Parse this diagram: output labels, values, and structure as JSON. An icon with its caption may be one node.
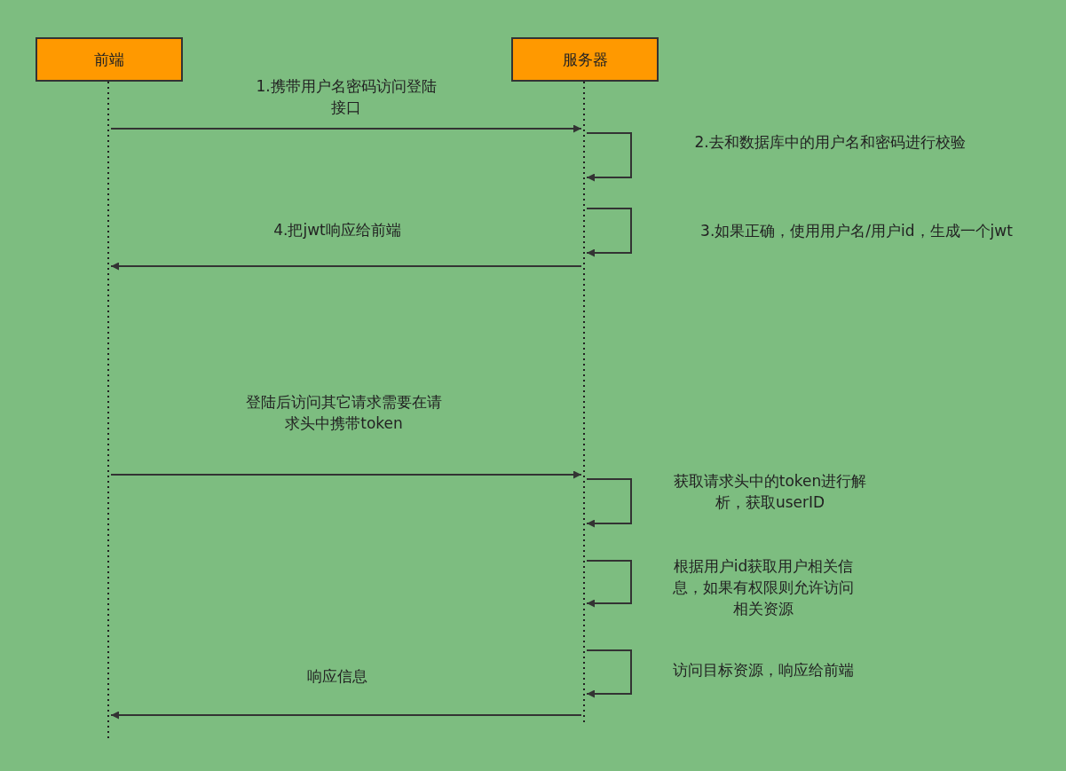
{
  "diagram": {
    "nodes": [
      {
        "text": [
          "前端"
        ]
      },
      {
        "text": [
          "服务器"
        ]
      },
      {
        "text": [],
        "shape": "bar"
      },
      {
        "text": [],
        "shape": "bar"
      }
    ],
    "edges": [
      {
        "from": 2,
        "to": 3,
        "arrow": "to",
        "label": "1.携带用户名密码访问登陆接口"
      },
      {
        "from": 3,
        "to": 3,
        "arrow": "to",
        "label": "2.去和数据库中的用户名和密码进行校验"
      },
      {
        "from": 3,
        "to": 3,
        "arrow": "to",
        "label": "3.如果正确，使用用户名/用户id，生成一个jwt"
      },
      {
        "from": 3,
        "to": 2,
        "arrow": "to",
        "label": "4.把jwt响应给前端"
      },
      {
        "from": 2,
        "to": 3,
        "arrow": "to",
        "label": "登陆后访问其它请求需要在请求头中携带token"
      },
      {
        "from": 3,
        "to": 3,
        "arrow": "to",
        "label": "获取请求头中的token进行解析，获取userID"
      },
      {
        "from": 3,
        "to": 3,
        "arrow": "to",
        "label": "根据用户id获取用户相关信息，如果有权限则允许访问相关资源"
      },
      {
        "from": 3,
        "to": 3,
        "arrow": "to",
        "label": "访问目标资源，响应给前端"
      },
      {
        "from": 3,
        "to": 2,
        "arrow": "to",
        "label": "响应信息"
      }
    ]
  }
}
